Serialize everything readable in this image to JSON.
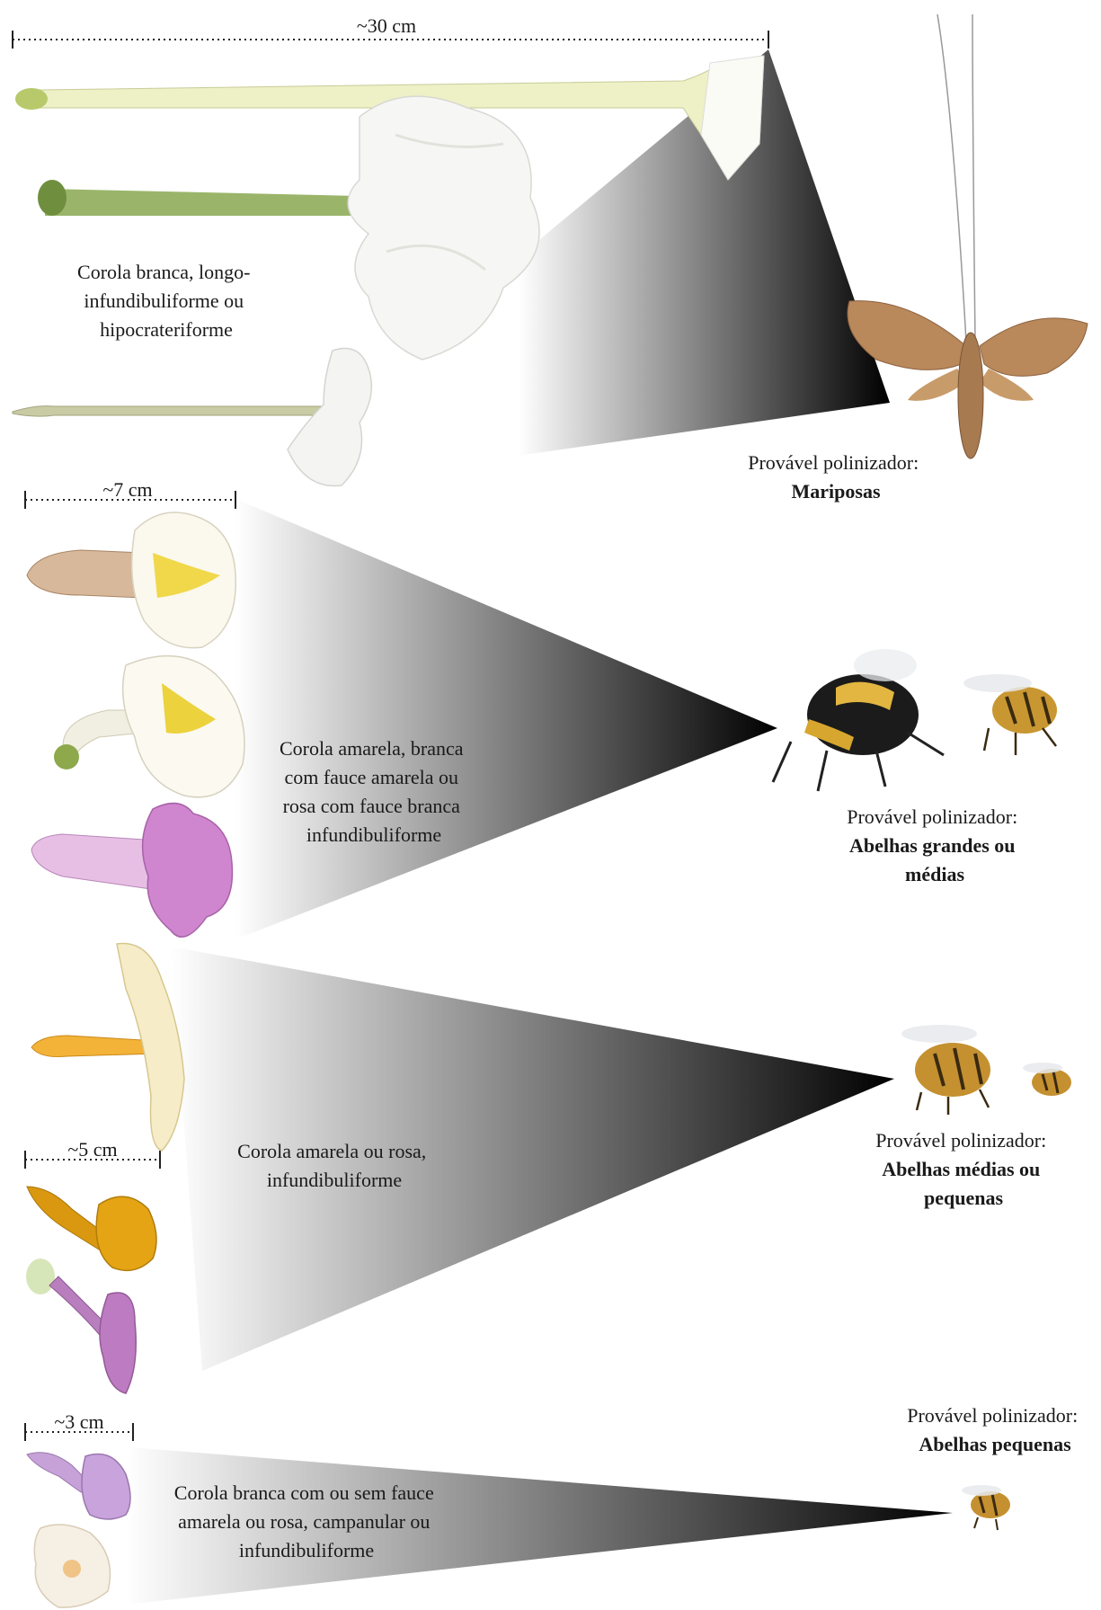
{
  "rows": [
    {
      "id": "row-1",
      "scale_label": "~30 cm",
      "corolla_lines": [
        "Corola branca, longo-",
        "infundibuliforme ou",
        "hipocrateriforme"
      ],
      "pollinator_label": "Provável polinizador:",
      "pollinator_lines": [
        "Mariposas"
      ],
      "pollinator_icon": "moth-icon",
      "flower_colors": [
        "#f4f2e6",
        "#f2f2f2",
        "#f0f0f0"
      ]
    },
    {
      "id": "row-2",
      "scale_label": "~7 cm",
      "corolla_lines": [
        "Corola amarela, branca",
        "com fauce amarela ou",
        "rosa com fauce branca",
        "infundibuliforme"
      ],
      "pollinator_label": "Provável polinizador:",
      "pollinator_lines": [
        "Abelhas grandes ou",
        "médias"
      ],
      "pollinator_icon": "bumblebee-icon",
      "flower_colors": [
        "#f6f0d8",
        "#f5f2e0",
        "#d79bd6"
      ]
    },
    {
      "id": "row-3",
      "scale_label": "~5 cm",
      "corolla_lines": [
        "Corola amarela ou rosa,",
        "infundibuliforme"
      ],
      "pollinator_label": "Provável polinizador:",
      "pollinator_lines": [
        "Abelhas médias ou",
        "pequenas"
      ],
      "pollinator_icon": "bee-icon",
      "flower_colors": [
        "#f2b43c",
        "#e3a020",
        "#c77bc4"
      ]
    },
    {
      "id": "row-4",
      "scale_label": "~3 cm",
      "corolla_lines": [
        "Corola branca com ou sem fauce",
        "amarela ou rosa, campanular ou",
        "infundibuliforme"
      ],
      "pollinator_label": "Provável polinizador:",
      "pollinator_lines": [
        "Abelhas pequenas"
      ],
      "pollinator_icon": "small-bee-icon",
      "flower_colors": [
        "#c9a6dc",
        "#f5efe4"
      ]
    }
  ],
  "colors": {
    "gradient_dark": "#000000",
    "gradient_light": "#ffffff",
    "text": "#1a1a1a"
  }
}
